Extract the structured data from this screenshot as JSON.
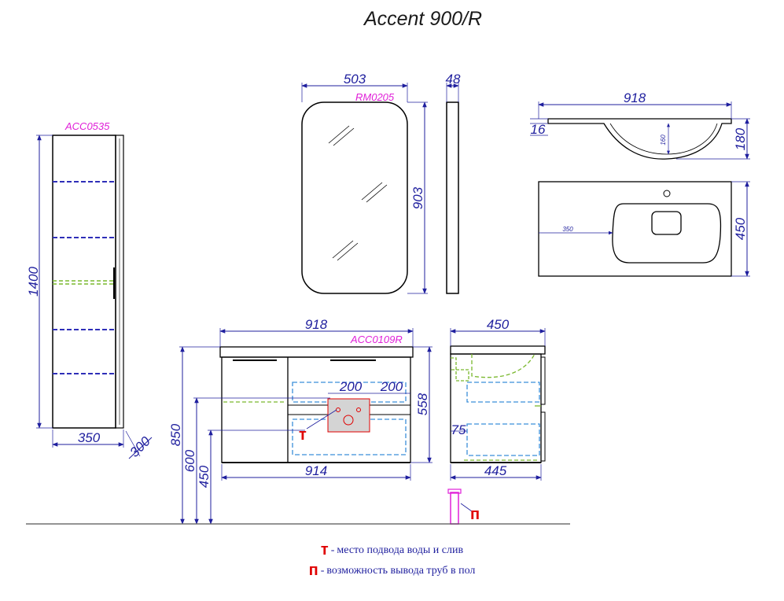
{
  "title": "Accent 900/R",
  "colors": {
    "dimension": "#1f1f9e",
    "code": "#e020d8",
    "symbol": "#e00000",
    "outline": "#000000",
    "shelf_dash": "#2e2eb8",
    "led_dash": "#7ab82e",
    "drawer_dash": "#3b8fd9",
    "pipe": "#e020d8"
  },
  "cabinet_tall": {
    "code": "ACC0535",
    "height": "1400",
    "width": "350",
    "depth": "300"
  },
  "mirror": {
    "code": "RM0205",
    "width": "503",
    "height": "903",
    "thickness": "48"
  },
  "basin": {
    "width": "918",
    "rim": "16",
    "height": "180",
    "bowl_depth": "160",
    "depth": "450",
    "offset": "350"
  },
  "vanity": {
    "code": "ACC0109R",
    "top_width": "918",
    "body_width": "914",
    "height_total": "850",
    "height_600": "600",
    "height_450": "450",
    "body_height": "558",
    "pipe_left": "200",
    "pipe_right": "200"
  },
  "side_view": {
    "depth_top": "450",
    "depth_body": "445",
    "height_75": "75"
  },
  "symbols": {
    "water": "т",
    "floor": "п"
  },
  "legend": [
    {
      "symbol": "т",
      "separator": "-",
      "text": "место подвода воды и слив"
    },
    {
      "symbol": "п",
      "separator": "-",
      "text": "возможность вывода труб в пол"
    }
  ]
}
